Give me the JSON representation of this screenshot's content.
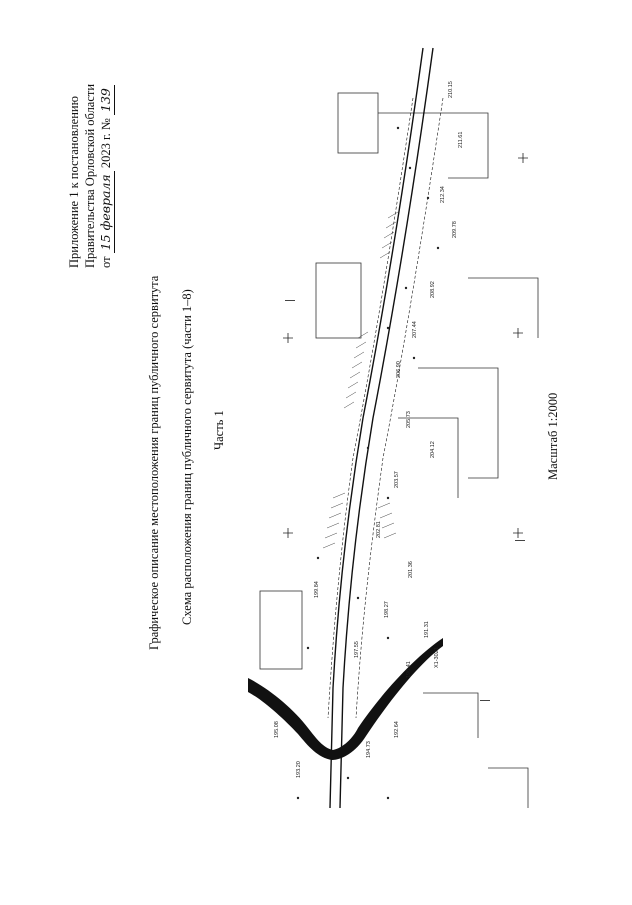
{
  "annex": {
    "line1": "Приложение 1 к постановлению",
    "line2": "Правительства Орловской области",
    "line3_prefix": "от",
    "date_hand": "15 февраля",
    "line3_year": "2023 г. №",
    "number_hand": "139"
  },
  "title": "Графическое описание местоположения границ публичного сервитута",
  "subtitle": "Схема расположения границ публичного сервитута (части 1–8)",
  "part": "Часть 1",
  "scale": "Масштаб 1:2000",
  "map_labels": [
    "210.15",
    "211.61",
    "212.34",
    "209.78",
    "208.92",
    "207.44",
    "206.90",
    "205.73",
    "204.12",
    "203.57",
    "202.81",
    "201.36",
    "199.84",
    "198.27",
    "197.55",
    "196.41",
    "195.08",
    "194.73",
    "193.20",
    "192.64",
    "X1-3021",
    "191.31"
  ]
}
